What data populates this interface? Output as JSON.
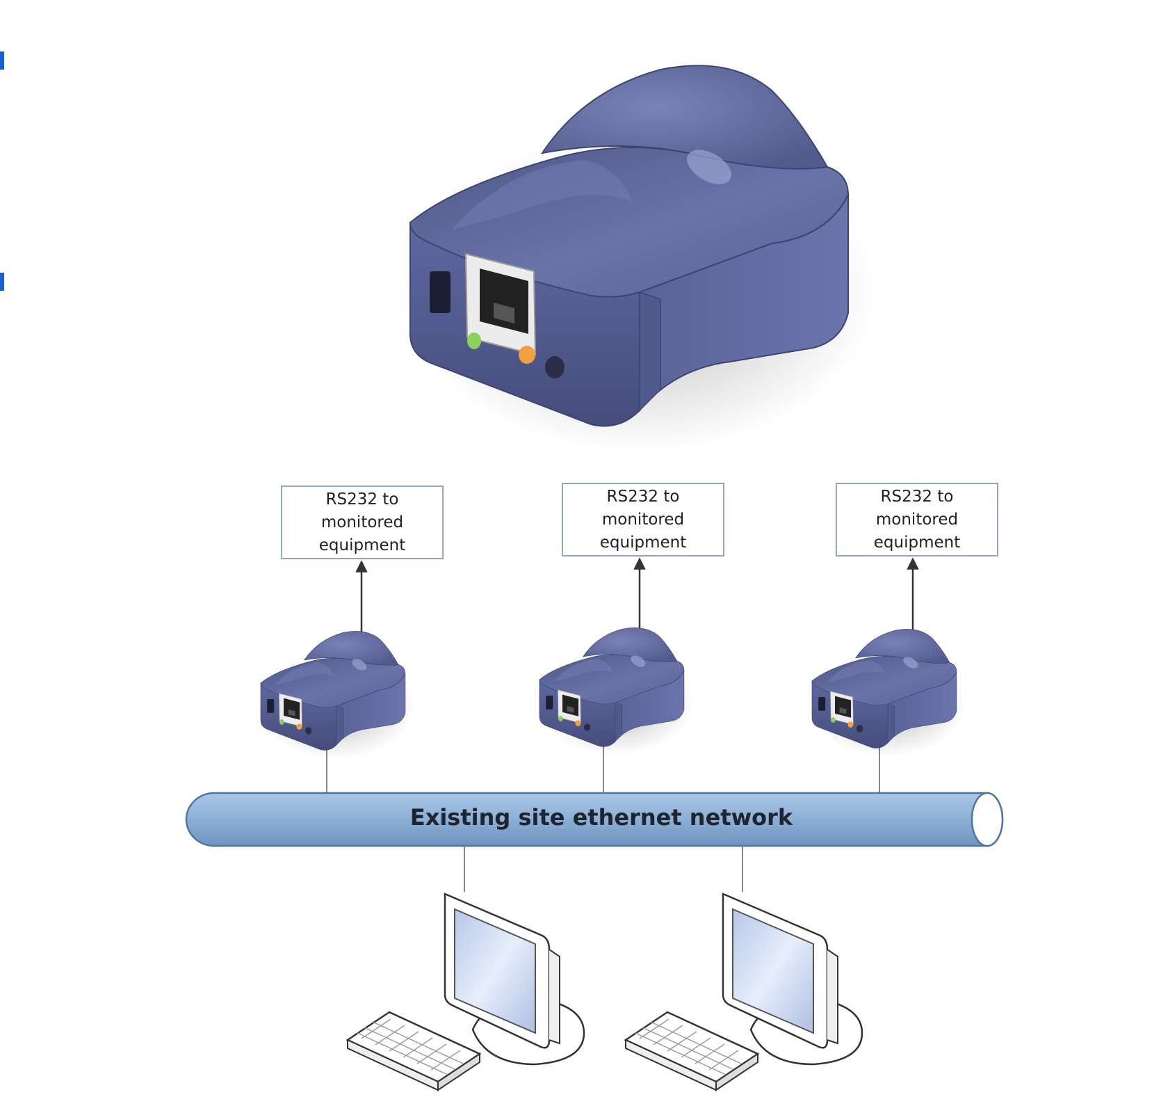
{
  "diagram": {
    "labels": [
      {
        "line1": "RS232 to",
        "line2": "monitored",
        "line3": "equipment"
      },
      {
        "line1": "RS232 to",
        "line2": "monitored",
        "line3": "equipment"
      },
      {
        "line1": "RS232 to",
        "line2": "monitored",
        "line3": "equipment"
      }
    ],
    "network": {
      "label": "Existing site ethernet network"
    }
  },
  "colors": {
    "device_body": "#5a6296",
    "network_pipe": "#8fb2d8",
    "accent_edge": "#1a5fd0",
    "label_border": "#8fa6c8"
  },
  "icons": [
    "network-device-icon",
    "computer-monitor-icon",
    "keyboard-icon",
    "arrow-up-icon"
  ]
}
